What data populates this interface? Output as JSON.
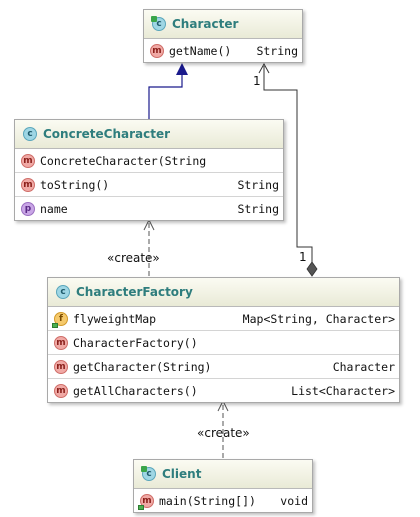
{
  "classes": {
    "character": {
      "name": "Character",
      "members": [
        {
          "icon": "m",
          "label": "getName()",
          "type": "String"
        }
      ]
    },
    "concrete": {
      "name": "ConcreteCharacter",
      "members": [
        {
          "icon": "m",
          "label": "ConcreteCharacter(String",
          "type": ""
        },
        {
          "icon": "m",
          "label": "toString()",
          "type": "String"
        },
        {
          "icon": "p",
          "label": "name",
          "type": "String"
        }
      ]
    },
    "factory": {
      "name": "CharacterFactory",
      "members": [
        {
          "icon": "f",
          "label": "flyweightMap",
          "type": "Map<String, Character>"
        },
        {
          "icon": "m",
          "label": "CharacterFactory()",
          "type": ""
        },
        {
          "icon": "m",
          "label": "getCharacter(String)",
          "type": "Character"
        },
        {
          "icon": "m",
          "label": "getAllCharacters()",
          "type": "List<Character>"
        }
      ]
    },
    "client": {
      "name": "Client",
      "members": [
        {
          "icon": "m",
          "label": "main(String[])",
          "type": "void"
        }
      ]
    }
  },
  "relations": {
    "create_label_1": "«create»",
    "create_label_2": "«create»",
    "multiplicity_top": "1",
    "multiplicity_bottom": "1"
  }
}
